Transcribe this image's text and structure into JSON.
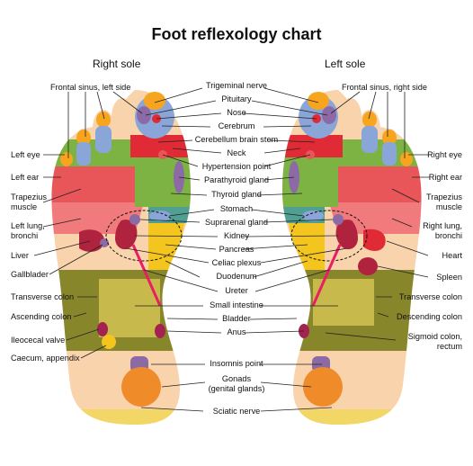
{
  "title": "Foot reflexology chart",
  "right_sole_label": "Right sole",
  "left_sole_label": "Left sole",
  "labels": {
    "frontal_sinus_left_side": "Frontal sinus, left side",
    "frontal_sinus_right_side": "Frontal sinus, right side",
    "trigeminal_nerve": "Trigeminal nerve",
    "pituitary": "Pituitary",
    "nose": "Nose",
    "cerebrum": "Cerebrum",
    "cerebellum_brain_stem": "Cerebellum brain stem",
    "neck": "Neck",
    "hypertension_point": "Hypertension point",
    "parathyroid_gland": "Parathyroid gland",
    "thyroid_gland": "Thyroid gland",
    "stomach": "Stomach",
    "suprarenal_gland": "Suprarenal gland",
    "kidney": "Kidney",
    "pancreas": "Pancreas",
    "celiac_plexus": "Celiac plexus",
    "duodenum": "Duodenum",
    "ureter": "Ureter",
    "small_intestine": "Small intestine",
    "bladder": "Bladder",
    "anus": "Anus",
    "insomnis_point": "Insomnis point",
    "gonads_line1": "Gonads",
    "gonads_line2": "(genital glands)",
    "sciatic_nerve": "Sciatic nerve",
    "left_eye": "Left eye",
    "left_ear": "Left ear",
    "trapezius_muscle_left_line1": "Trapezius",
    "trapezius_muscle_left_line2": "muscle",
    "left_lung_line1": "Left lung,",
    "left_lung_line2": "bronchi",
    "liver": "Liver",
    "gallbladder": "Gallblader",
    "transverse_colon_left": "Transverse colon",
    "ascending_colon": "Ascending colon",
    "ileocecal_valve": "Ileocecal valve",
    "caecum_appendix": "Caecum, appendix",
    "right_eye": "Right eye",
    "right_ear": "Right ear",
    "trapezius_muscle_right_line1": "Trapezius",
    "trapezius_muscle_right_line2": "muscle",
    "right_lung_line1": "Right lung,",
    "right_lung_line2": "bronchi",
    "heart": "Heart",
    "spleen": "Spleen",
    "transverse_colon_right": "Transverse colon",
    "descending_colon": "Descending colon",
    "sigmoid_colon_line1": "Sigmoid colon,",
    "sigmoid_colon_line2": "rectum"
  },
  "colors": {
    "skin": "#f9d3ac",
    "toe_orange": "#f7a51e",
    "purple": "#8b6aa6",
    "blue": "#8aa6d8",
    "red": "#e02a35",
    "coral": "#e8565a",
    "green": "#7cb342",
    "teal": "#4f9f93",
    "yellow": "#f3c51e",
    "olive": "#87862b",
    "olive_light": "#c8b94c",
    "kidney": "#b0233f",
    "magenta": "#c2185b",
    "orange": "#f08b2a",
    "heel_yellow": "#f2d766"
  }
}
